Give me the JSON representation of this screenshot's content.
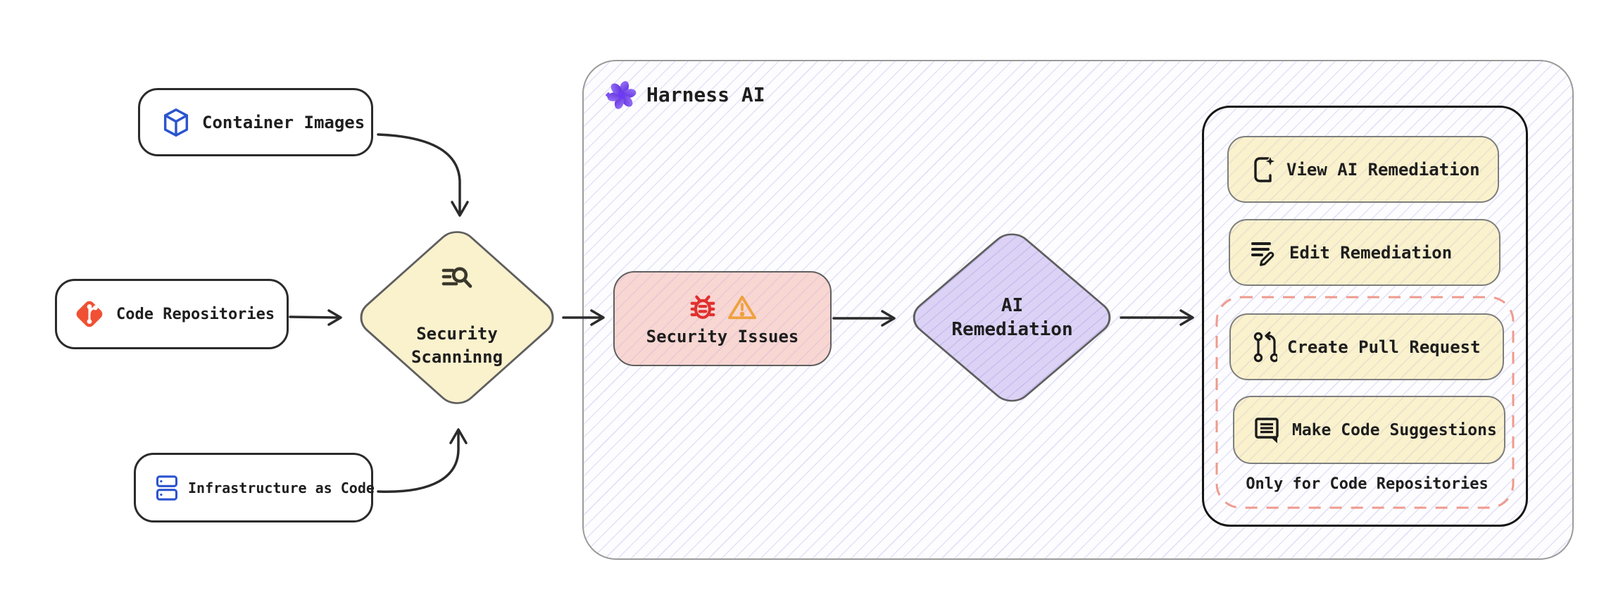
{
  "diagram": {
    "sources": [
      {
        "id": "container_images",
        "label": "Container Images",
        "icon": "cube-icon"
      },
      {
        "id": "code_repositories",
        "label": "Code Repositories",
        "icon": "git-icon"
      },
      {
        "id": "infrastructure_as_code",
        "label": "Infrastructure as Code",
        "icon": "server-stack-icon"
      }
    ],
    "security_scanning": {
      "line1": "Security",
      "line2": "Scanninng",
      "icon": "scan-search-icon"
    },
    "harness_ai": {
      "label": "Harness AI",
      "icon": "harness-flower-icon"
    },
    "security_issues": {
      "label": "Security Issues",
      "icons": [
        "bug-icon",
        "warning-icon"
      ]
    },
    "ai_remediation": {
      "line1": "AI",
      "line2": "Remediation"
    },
    "actions": {
      "view_ai_remediation": {
        "label": "View AI Remediation",
        "icon": "book-sparkle-icon"
      },
      "edit_remediation": {
        "label": "Edit Remediation",
        "icon": "edit-list-pencil-icon"
      },
      "create_pull_request": {
        "label": "Create Pull Request",
        "icon": "pull-request-icon"
      },
      "make_code_suggestions": {
        "label": "Make Code Suggestions",
        "icon": "code-comment-icon"
      },
      "note": "Only for Code Repositories"
    },
    "colors": {
      "node_yellow": "#faf1cd",
      "node_pink": "#f8d6d2",
      "node_purple": "#dcd2f5",
      "dashed_border": "#ef9a8e",
      "icon_blue": "#2b54ce",
      "git_red": "#f05033",
      "bug_red": "#e0312f",
      "warning_orange": "#efa13e",
      "text": "#1e1e1e"
    }
  }
}
